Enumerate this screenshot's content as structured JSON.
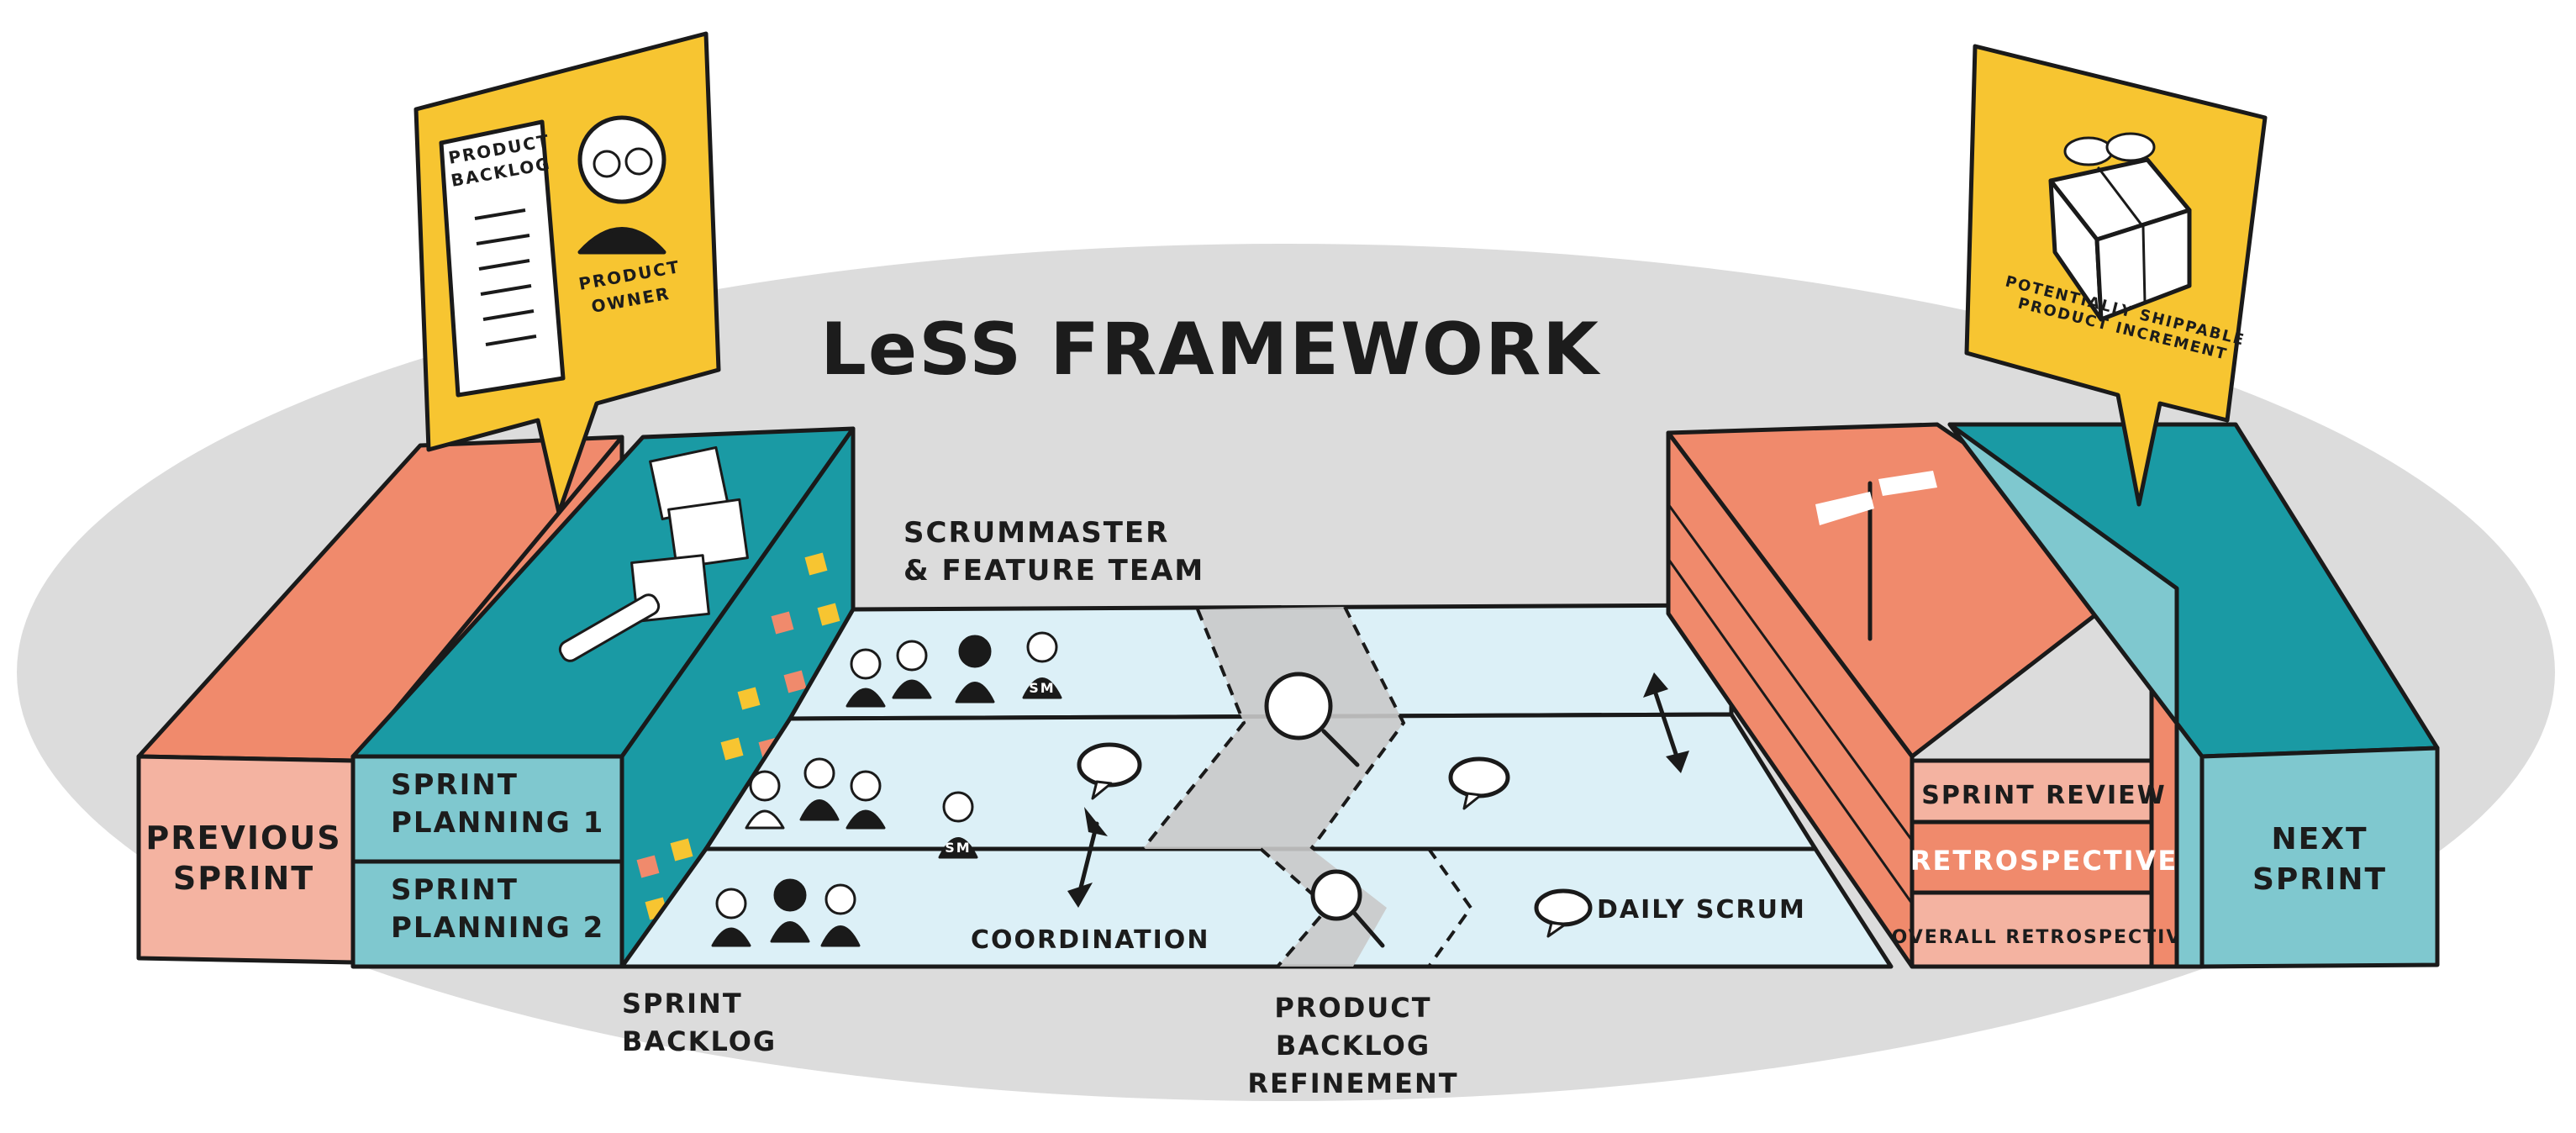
{
  "title": "LeSS FRAMEWORK",
  "product_backlog_card": {
    "sheet_title": [
      "PRODUCT",
      "BACKLOG"
    ],
    "owner_label": [
      "PRODUCT",
      "OWNER"
    ]
  },
  "increment_card": {
    "label": [
      "POTENTIALLY SHIPPABLE",
      "PRODUCT INCREMENT"
    ]
  },
  "previous_sprint": [
    "PREVIOUS",
    "SPRINT"
  ],
  "sprint_planning_1": [
    "SPRINT",
    "PLANNING 1"
  ],
  "sprint_planning_2": [
    "SPRINT",
    "PLANNING 2"
  ],
  "scrummaster_team": [
    "SCRUMMASTER",
    "& FEATURE TEAM"
  ],
  "scrummaster_badge": "SM",
  "coordination": "COORDINATION",
  "daily_scrum": "DAILY SCRUM",
  "sprint_review": "SPRINT REVIEW",
  "retrospective": "RETROSPECTIVE",
  "overall_retrospective": "OVERALL RETROSPECTIVE",
  "next_sprint": [
    "NEXT",
    "SPRINT"
  ],
  "sprint_backlog": [
    "SPRINT",
    "BACKLOG"
  ],
  "product_backlog_refinement": [
    "PRODUCT",
    "BACKLOG",
    "REFINEMENT"
  ],
  "colors": {
    "ellipse": "#dcdcdc",
    "salmon": "#f08a6c",
    "salmon_light": "#f4b3a1",
    "teal": "#1a9aa4",
    "teal_light": "#7fc8cf",
    "track": "#dcf0f7",
    "yellow": "#f7c531"
  }
}
